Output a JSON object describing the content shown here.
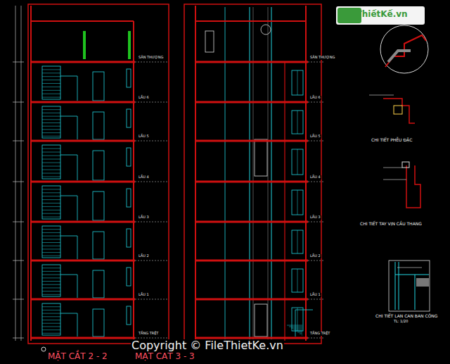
{
  "diagram": {
    "labels": [
      "FileThiếtKế.vn",
      "MẶT CẮT 2 - 2",
      "MẶT CẮT 3 - 3",
      "Copyright © FileThietKe.vn",
      "CHI TIẾT PHỄU ĐẶC",
      "CHI TIẾT TAY VỊN CẦU THANG",
      "CHI TIẾT LAN CAN BAN CÔNG",
      "TL: 1/20",
      "SÂN THƯỢNG",
      "LẦU 6",
      "LẦU 5",
      "LẦU 4",
      "LẦU 3",
      "LẦU 2",
      "LẦU 1",
      "TẦNG TRỆT",
      "SÂN THƯỢNG",
      "LẦU 6",
      "LẦU 5",
      "LẦU 4",
      "LẦU 3",
      "LẦU 2",
      "LẦU 1",
      "TẦNG TRỆT"
    ]
  }
}
